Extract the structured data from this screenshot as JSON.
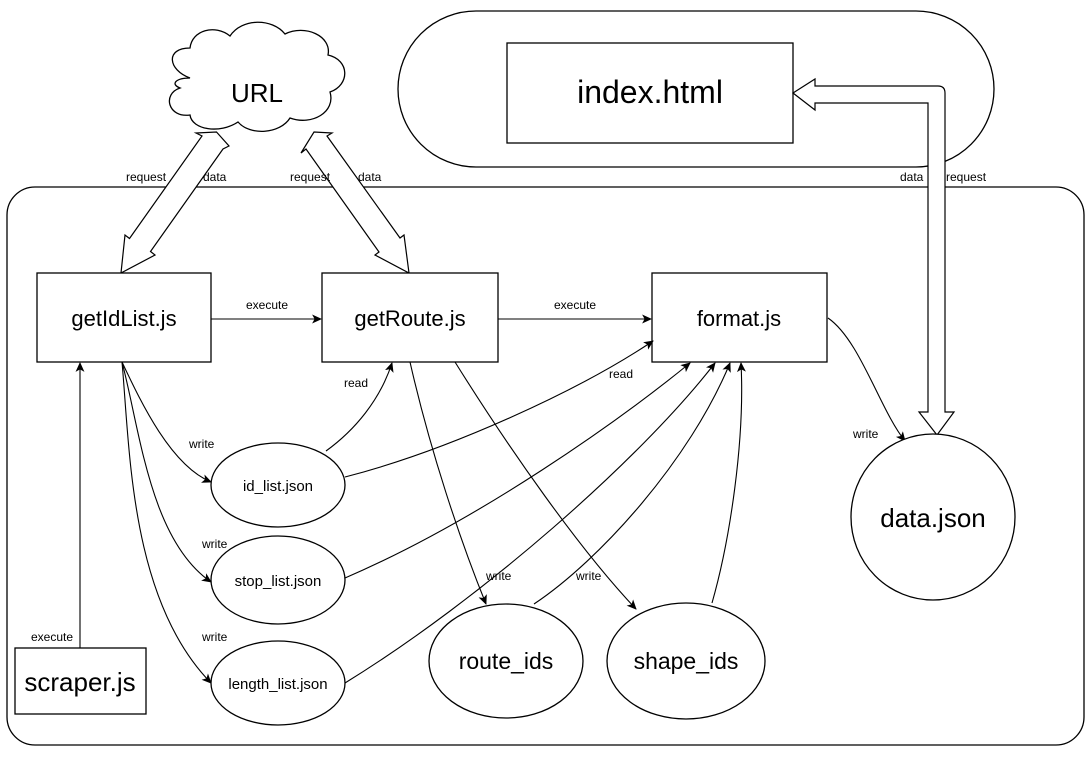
{
  "nodes": {
    "url": "URL",
    "index_html": "index.html",
    "get_id_list": "getIdList.js",
    "get_route": "getRoute.js",
    "format": "format.js",
    "id_list": "id_list.json",
    "stop_list": "stop_list.json",
    "length_list": "length_list.json",
    "route_ids": "route_ids",
    "shape_ids": "shape_ids",
    "data_json": "data.json",
    "scraper": "scraper.js"
  },
  "edge_labels": {
    "request": "request",
    "data": "data",
    "execute": "execute",
    "read": "read",
    "write": "write"
  }
}
